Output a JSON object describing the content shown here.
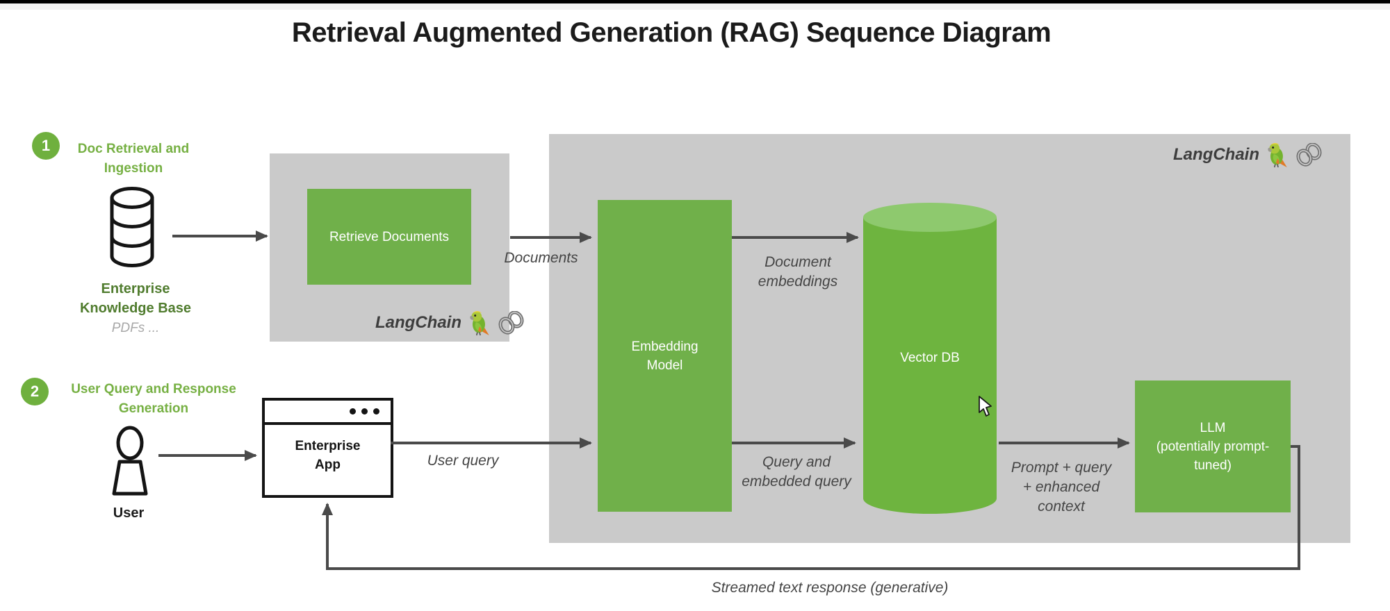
{
  "page": {
    "title": "Retrieval Augmented Generation (RAG) Sequence Diagram"
  },
  "colors": {
    "accent_green": "#70AD47",
    "box_green": "#70B04A",
    "cylinder_green": "#6EB43F",
    "cylinder_top_green": "#8EC96E",
    "panel_gray": "#CACACA",
    "heading_green": "#76B043",
    "dark_green": "#507C2E",
    "line_gray": "#4A4A4A",
    "label_gray": "#454545",
    "muted_gray": "#A8A8A8"
  },
  "steps": [
    {
      "number": "1",
      "title_lines": [
        "Doc Retrieval and",
        "Ingestion"
      ]
    },
    {
      "number": "2",
      "title_lines": [
        "User Query and Response",
        "Generation"
      ]
    }
  ],
  "nodes": {
    "knowledge_base": {
      "label_lines": [
        "Enterprise",
        "Knowledge Base"
      ],
      "sublabel": "PDFs ..."
    },
    "retrieve_documents": {
      "label": "Retrieve Documents"
    },
    "embedding_model": {
      "label_lines": [
        "Embedding",
        "Model"
      ]
    },
    "vector_db": {
      "label": "Vector DB"
    },
    "llm": {
      "label_lines": [
        "LLM",
        "(potentially prompt-",
        "tuned)"
      ]
    },
    "enterprise_app": {
      "label_lines": [
        "Enterprise",
        "App"
      ]
    },
    "user": {
      "label": "User"
    }
  },
  "edges": {
    "documents": {
      "label": "Documents"
    },
    "document_embeddings": {
      "label_lines": [
        "Document",
        "embeddings"
      ]
    },
    "user_query": {
      "label": "User query"
    },
    "query_and_embedded_query": {
      "label_lines": [
        "Query and",
        "embedded query"
      ]
    },
    "prompt_query_context": {
      "label_lines": [
        "Prompt + query",
        "+ enhanced",
        "context"
      ]
    },
    "streamed_response": {
      "label": "Streamed text response (generative)"
    }
  },
  "branding": {
    "langchain_label": "LangChain"
  }
}
